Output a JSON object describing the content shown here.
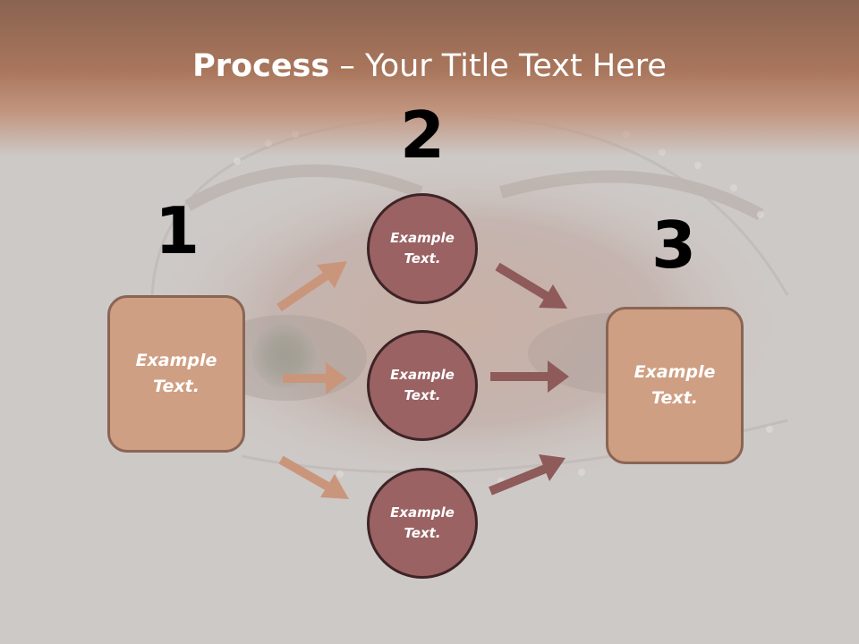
{
  "slide": {
    "title_bold": "Process",
    "title_rest": " – Your Title Text Here"
  },
  "steps": {
    "one": "1",
    "two": "2",
    "three": "3"
  },
  "nodes": {
    "left_box": "Example\nText.",
    "circle_top": "Example\nText.",
    "circle_middle": "Example\nText.",
    "circle_bottom": "Example\nText.",
    "right_box": "Example\nText."
  },
  "colors": {
    "title_band": "#a9765c",
    "box_fill": "#cf9f83",
    "circle_fill": "#9a6263",
    "arrow_light": "#c9967c",
    "arrow_dark": "#8e5a5a"
  }
}
